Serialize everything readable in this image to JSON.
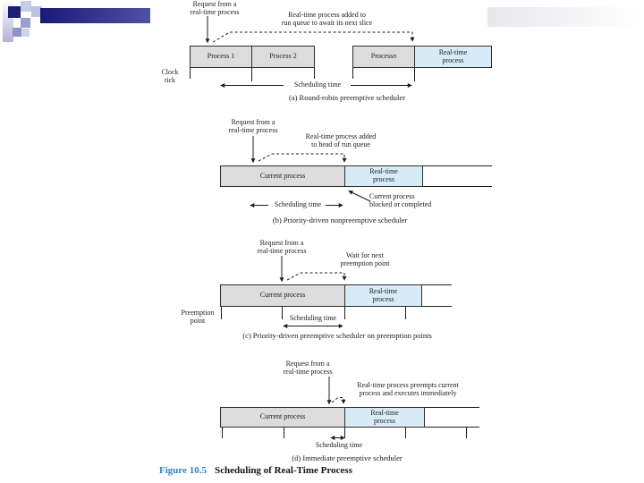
{
  "colors": {
    "process_fill": "#dcdcdc",
    "realtime_fill": "#d8ecf8",
    "navy_bar_left": "#1a1a78",
    "navy_bar_right": "#5050a4",
    "gray_bar_left": "#e8e8ec",
    "gray_bar_right": "#ffffff",
    "deco_navy": "#1d1d78",
    "figure_number_blue": "#2f80c2"
  },
  "sections": {
    "a": {
      "request_label": "Request from a\nreal-time process",
      "queue_label": "Real-time process added to\nrun queue to await its next slice",
      "boxes": {
        "p1": "Process 1",
        "p2": "Process 2",
        "pn_prefix": "Process ",
        "pn_italic": "n",
        "rt": "Real-time\nprocess"
      },
      "clock_tick": "Clock\ntick",
      "scheduling_time": "Scheduling time",
      "caption": "(a) Round-robin preemptive scheduler"
    },
    "b": {
      "request_label": "Request from a\nreal-time process",
      "queue_label": "Real-time process added\nto head of run queue",
      "current_box": "Current process",
      "rt_box": "Real-time\nprocess",
      "scheduling_time": "Scheduling time",
      "blocked_label": "Current process\nblocked or completed",
      "caption": "(b) Priority-driven nonpreemptive scheduler"
    },
    "c": {
      "request_label": "Request from a\nreal-time process",
      "wait_label": "Wait for next\npreemption point",
      "current_box": "Current process",
      "rt_box": "Real-time\nprocess",
      "preemption_label": "Preemption\npoint",
      "scheduling_time": "Scheduling time",
      "caption": "(c) Priority-driven preemptive scheduler on preemption points"
    },
    "d": {
      "request_label": "Request from a\nreal-time process",
      "preempt_label": "Real-time process preempts current\nprocess and executes immediately",
      "current_box": "Current process",
      "rt_box": "Real-time\nprocess",
      "scheduling_time": "Scheduling time",
      "caption": "(d) Immediate preemptive scheduler"
    }
  },
  "figure": {
    "number": "Figure 10.5",
    "title": "Scheduling of Real-Time Process"
  }
}
